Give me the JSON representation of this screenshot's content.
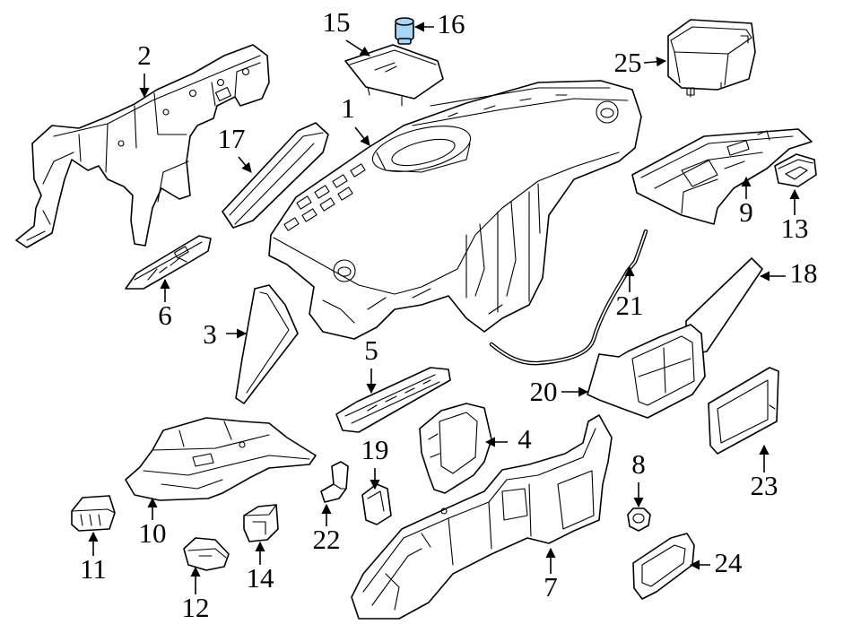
{
  "diagram": {
    "callouts": [
      "1",
      "2",
      "3",
      "4",
      "5",
      "6",
      "7",
      "8",
      "9",
      "10",
      "11",
      "12",
      "13",
      "14",
      "15",
      "16",
      "17",
      "18",
      "19",
      "20",
      "21",
      "22",
      "23",
      "24",
      "25"
    ]
  },
  "colors": {
    "highlight": "#a9d6f5",
    "line": "#000000",
    "background": "#ffffff"
  }
}
